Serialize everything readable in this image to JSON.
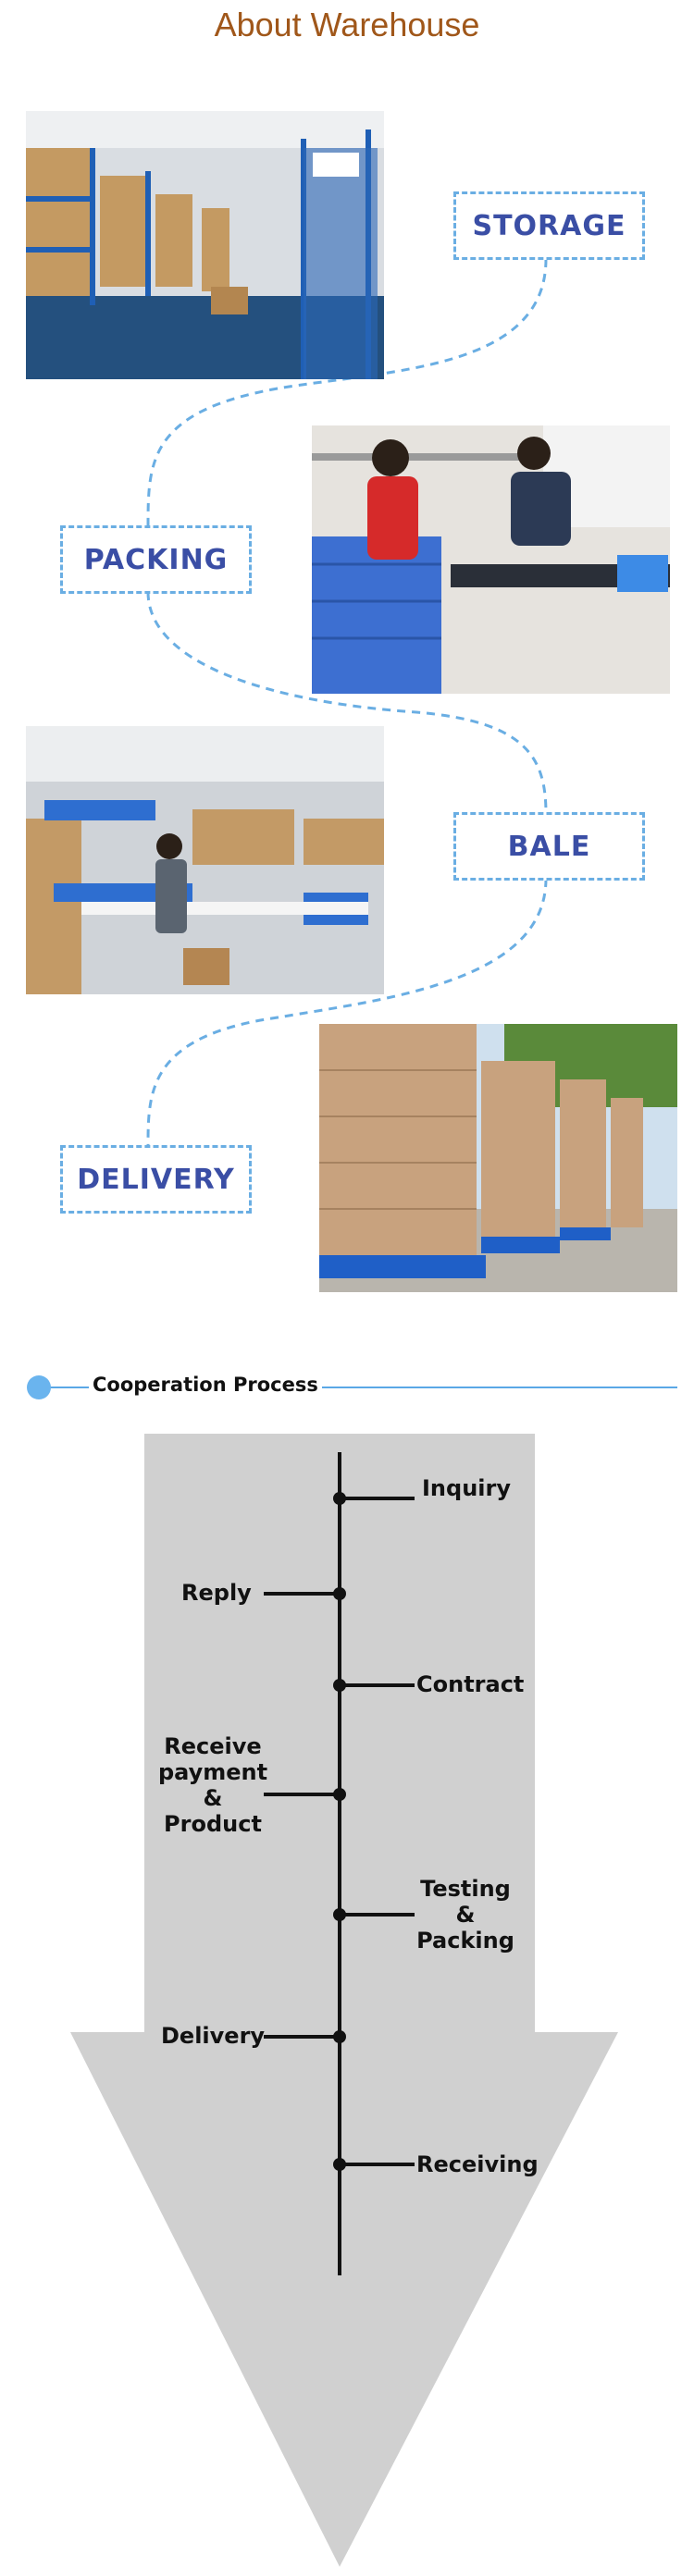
{
  "header": {
    "title": "About Warehouse"
  },
  "warehouse": {
    "storage_label": "STORAGE",
    "packing_label": "PACKING",
    "bale_label": "BALE",
    "delivery_label": "DELIVERY",
    "photos": [
      "storage-racks-photo",
      "packing-workers-photo",
      "warehouse-floor-photo",
      "pallets-photo"
    ],
    "colors": {
      "label_text": "#3a4ea5",
      "dashed_line": "#6aaee3",
      "title": "#a0571a"
    }
  },
  "cooperation": {
    "title": "Cooperation Process",
    "steps": {
      "inquiry": "Inquiry",
      "reply": "Reply",
      "contract": "Contract",
      "payment_line1": "Receive",
      "payment_line2": "payment",
      "payment_line3": "&",
      "payment_line4": "Product",
      "testing_line1": "Testing",
      "testing_line2": "&",
      "testing_line3": "Packing",
      "delivery": "Delivery",
      "receiving": "Receiving"
    },
    "colors": {
      "arrow": "#d0d0d0",
      "line": "#5aa8e6",
      "dot": "#6ab4ee"
    }
  }
}
